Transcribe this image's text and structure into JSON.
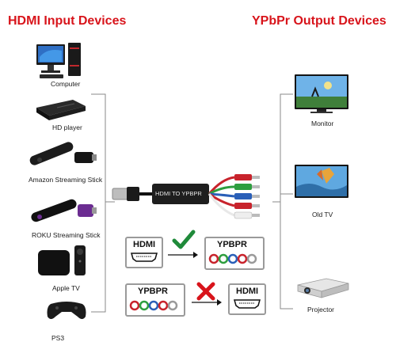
{
  "headers": {
    "input": "HDMI Input Devices",
    "output": "YPbPr Output Devices"
  },
  "input_devices": [
    {
      "label": "Computer",
      "icon": "computer-icon"
    },
    {
      "label": "HD player",
      "icon": "hd-player-icon"
    },
    {
      "label": "Amazon Streaming Stick",
      "icon": "streaming-stick-icon"
    },
    {
      "label": "ROKU Streaming Stick",
      "icon": "roku-stick-icon"
    },
    {
      "label": "Apple TV",
      "icon": "apple-tv-icon"
    },
    {
      "label": "PS3",
      "icon": "ps3-icon"
    }
  ],
  "output_devices": [
    {
      "label": "Monitor",
      "icon": "monitor-icon"
    },
    {
      "label": "Old TV",
      "icon": "old-tv-icon"
    },
    {
      "label": "Projector",
      "icon": "projector-icon"
    }
  ],
  "converter": {
    "label": "HDMI TO YPBPR"
  },
  "supported": {
    "from": "HDMI",
    "to": "YPBPR",
    "mark": "check-icon"
  },
  "unsupported": {
    "from": "YPBPR",
    "to": "HDMI",
    "mark": "cross-icon"
  },
  "colors": {
    "accent_red": "#d8141b",
    "check_green": "#1f8a3a",
    "cable_red": "#c8232c",
    "cable_green": "#2e9e3f",
    "cable_blue": "#2a5fb8"
  }
}
